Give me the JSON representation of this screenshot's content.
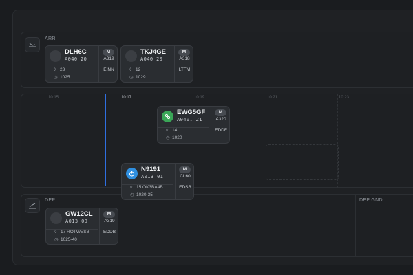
{
  "lanes": {
    "arr": {
      "label": "ARR",
      "icon": "plane-landing-icon"
    },
    "dep": {
      "label": "DEP",
      "icon": "plane-takeoff-icon",
      "right_label": "DEP GND"
    }
  },
  "timeline": {
    "ticks": [
      "10:15",
      "10:17",
      "10:19",
      "10:21",
      "10:23"
    ],
    "active_tick": "10:17",
    "now_color": "#2f6fe0"
  },
  "flights": {
    "dlh6c": {
      "callsign": "DLH6C",
      "info": "A040  20",
      "badge": "M",
      "actype": "A319",
      "row1": "23",
      "row2": "1025",
      "airport": "EINN"
    },
    "tkj4ge": {
      "callsign": "TKJ4GE",
      "info": "A040  20",
      "badge": "M",
      "actype": "A318",
      "row1": "12",
      "row2": "1029",
      "airport": "LTFM"
    },
    "ewg5gf": {
      "callsign": "EWG5GF",
      "info": "A040↓ 21",
      "badge": "M",
      "actype": "A320",
      "row1": "14",
      "row2": "1020",
      "airport": "EDDF",
      "status_color": "#3aa657"
    },
    "n9191": {
      "callsign": "N9191",
      "info": "A013  01",
      "badge": "M",
      "actype": "CL60",
      "row1": "15  OK3BA4B",
      "row2": "1020-35",
      "airport": "EDSB",
      "status_color": "#2f8fe0"
    },
    "gw12cl": {
      "callsign": "GW12CL",
      "info": "A013  00",
      "badge": "M",
      "actype": "A319",
      "row1": "17  ROTWESB",
      "row2": "1025-40",
      "airport": "EDDB"
    }
  }
}
